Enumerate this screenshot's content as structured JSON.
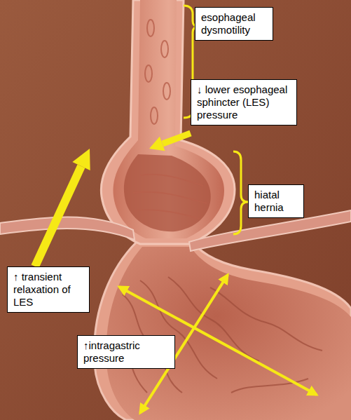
{
  "diagram": {
    "nodes": [
      {
        "text": [
          "esophageal dysmotility"
        ]
      },
      {
        "text": [
          "↓ lower esophageal sphincter (LES) pressure"
        ]
      },
      {
        "text": [
          "hiatal hernia"
        ]
      },
      {
        "text": [
          "↑ transient relaxation of LES"
        ]
      },
      {
        "text": [
          "↑intragastric pressure"
        ]
      }
    ]
  }
}
